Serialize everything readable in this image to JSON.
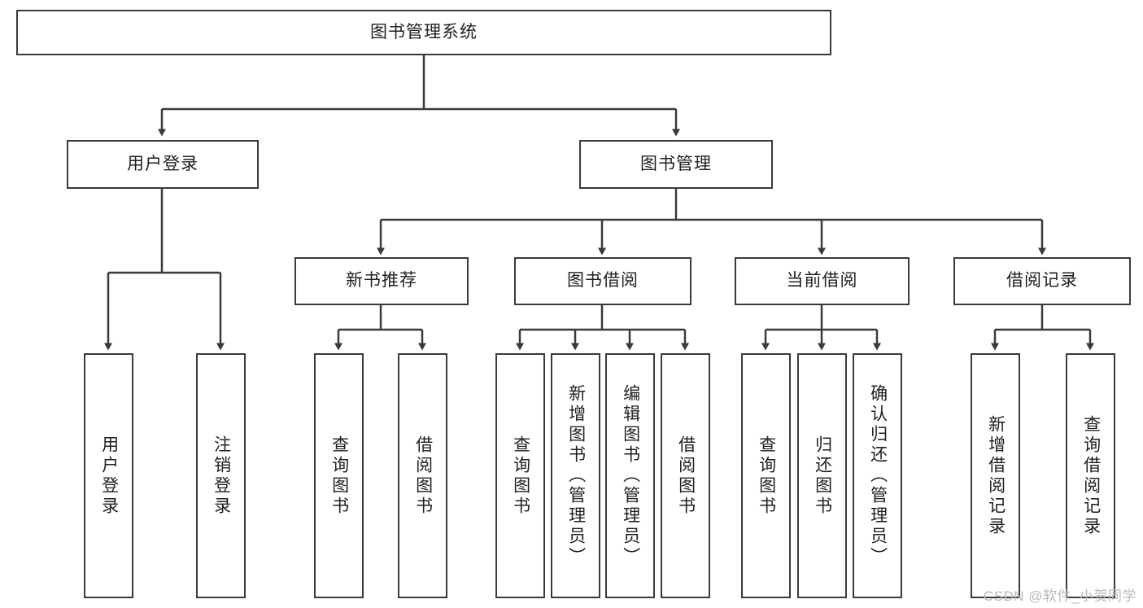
{
  "diagram": {
    "type": "tree-hierarchy",
    "title": "图书管理系统",
    "colors": {
      "box_border": "#3a3a3a",
      "box_fill": "#ffffff",
      "connector": "#3a3a3a",
      "background": "#ffffff",
      "watermark": "#b9b9b9"
    },
    "root": {
      "label": "图书管理系统"
    },
    "level1": [
      {
        "label": "用户登录"
      },
      {
        "label": "图书管理"
      }
    ],
    "level2": [
      {
        "label": "新书推荐"
      },
      {
        "label": "图书借阅"
      },
      {
        "label": "当前借阅"
      },
      {
        "label": "借阅记录"
      }
    ],
    "leaves": {
      "user_login": [
        {
          "label": "用户登录"
        },
        {
          "label": "注销登录"
        }
      ],
      "new_book_recommend": [
        {
          "label": "查询图书"
        },
        {
          "label": "借阅图书"
        }
      ],
      "book_borrow": [
        {
          "label": "查询图书"
        },
        {
          "label": "新增图书（管理员）"
        },
        {
          "label": "编辑图书（管理员）"
        },
        {
          "label": "借阅图书"
        }
      ],
      "current_borrow": [
        {
          "label": "查询图书"
        },
        {
          "label": "归还图书"
        },
        {
          "label": "确认归还（管理员）"
        }
      ],
      "borrow_record": [
        {
          "label": "新增借阅记录"
        },
        {
          "label": "查询借阅记录"
        }
      ]
    },
    "watermark": "CSDN @软件_小贺同学"
  }
}
